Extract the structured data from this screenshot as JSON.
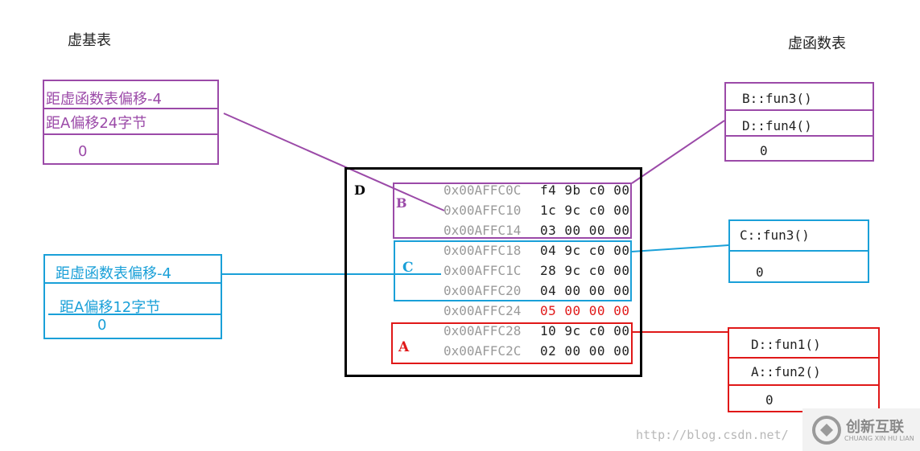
{
  "titles": {
    "vbtable": "虚基表",
    "vftable": "虚函数表"
  },
  "b_vbtable": {
    "rows": [
      "距虚函数表偏移-4",
      "距A偏移24字节",
      "0"
    ]
  },
  "c_vbtable": {
    "rows": [
      "距虚函数表偏移-4",
      "距A偏移12字节",
      "0"
    ]
  },
  "b_vftable": {
    "rows": [
      "B::fun3()",
      "D::fun4()",
      "0"
    ]
  },
  "c_vftable": {
    "rows": [
      "C::fun3()",
      "0"
    ]
  },
  "a_vftable": {
    "rows": [
      "D::fun1()",
      "A::fun2()",
      "0"
    ]
  },
  "object_d": {
    "label": "D",
    "sub_labels": {
      "b": "B",
      "c": "C",
      "a": "A"
    },
    "memory": [
      {
        "addr": "0x00AFFC0C",
        "bytes": "f4 9b c0 00"
      },
      {
        "addr": "0x00AFFC10",
        "bytes": "1c 9c c0 00"
      },
      {
        "addr": "0x00AFFC14",
        "bytes": "03 00 00 00"
      },
      {
        "addr": "0x00AFFC18",
        "bytes": "04 9c c0 00"
      },
      {
        "addr": "0x00AFFC1C",
        "bytes": "28 9c c0 00"
      },
      {
        "addr": "0x00AFFC20",
        "bytes": "04 00 00 00"
      },
      {
        "addr": "0x00AFFC24",
        "bytes": "05 00 00 00"
      },
      {
        "addr": "0x00AFFC28",
        "bytes": "10 9c c0 00"
      },
      {
        "addr": "0x00AFFC2C",
        "bytes": "02 00 00 00"
      }
    ]
  },
  "watermark": "http://blog.csdn.net/",
  "logo": {
    "name": "创新互联",
    "sub": "CHUANG XIN HU LIAN"
  },
  "colors": {
    "b": "#9b4aa8",
    "c": "#1aa0d8",
    "a": "#e01818",
    "d": "#000000"
  }
}
